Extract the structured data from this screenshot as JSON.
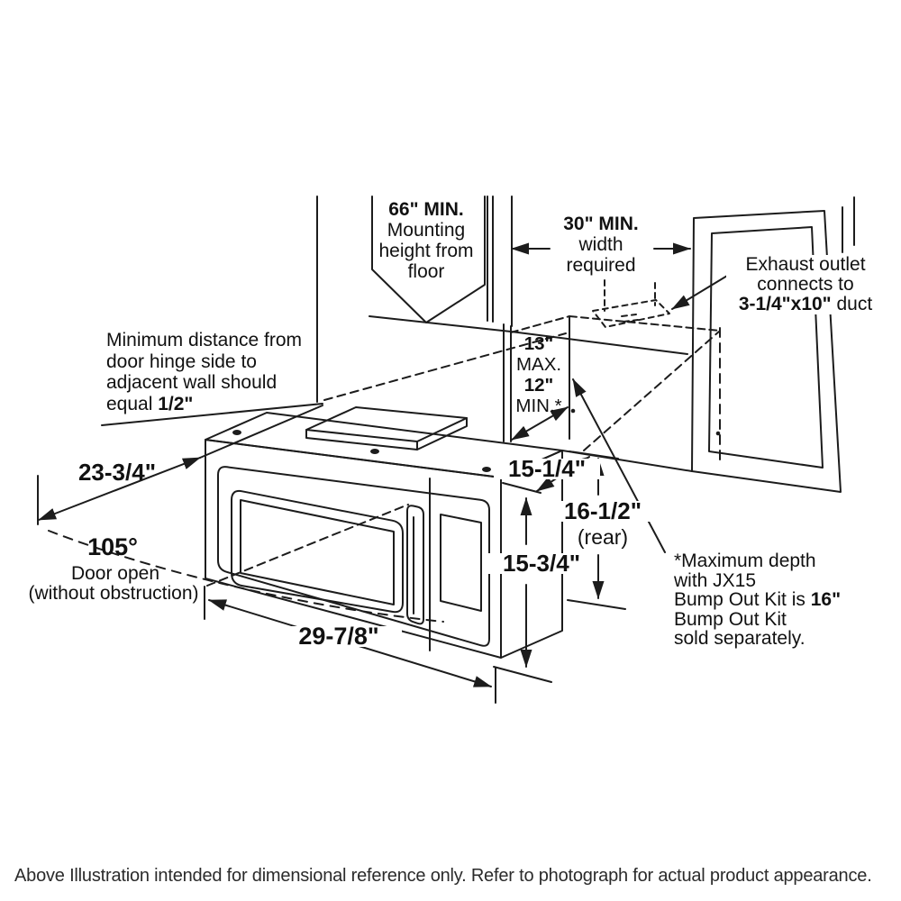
{
  "colors": {
    "line": "#1c1c1c",
    "text": "#111111",
    "background": "#ffffff"
  },
  "labels": {
    "mounting_height": {
      "value": "66\" MIN.",
      "line2": "Mounting",
      "line3": "height from",
      "line4": "floor"
    },
    "width_required": {
      "value": "30\" MIN.",
      "line2": "width",
      "line3": "required"
    },
    "exhaust": {
      "line1": "Exhaust outlet",
      "line2": "connects to",
      "duct_size": "3-1/4\"x10\"",
      "duct_word": " duct"
    },
    "niche_depth": {
      "max_value": "13\"",
      "max_word": "MAX.",
      "min_value": "12\"",
      "min_word": "MIN.*"
    },
    "hinge_clearance": {
      "line1": "Minimum distance from",
      "line2": "door hinge side to",
      "line3": "adjacent wall should",
      "line4_prefix": "equal ",
      "line4_value": "1/2\""
    },
    "door_angle": "105°",
    "door_open_line1": "Door open",
    "door_open_line2": "(without obstruction)"
  },
  "dimensions": {
    "door_projection": "23-3/4\"",
    "bottom_width": "29-7/8\"",
    "top_depth": "15-1/4\"",
    "rear_height": "16-1/2\"",
    "rear_qualifier": "(rear)",
    "front_height": "15-3/4\""
  },
  "note": {
    "line1": "*Maximum depth",
    "line2": "with JX15",
    "line3_prefix": "Bump Out Kit is ",
    "line3_value": "16\"",
    "line4": "Bump Out Kit",
    "line5": "sold separately."
  },
  "disclaimer": "Above Illustration intended for dimensional reference only. Refer to photograph for actual product appearance."
}
